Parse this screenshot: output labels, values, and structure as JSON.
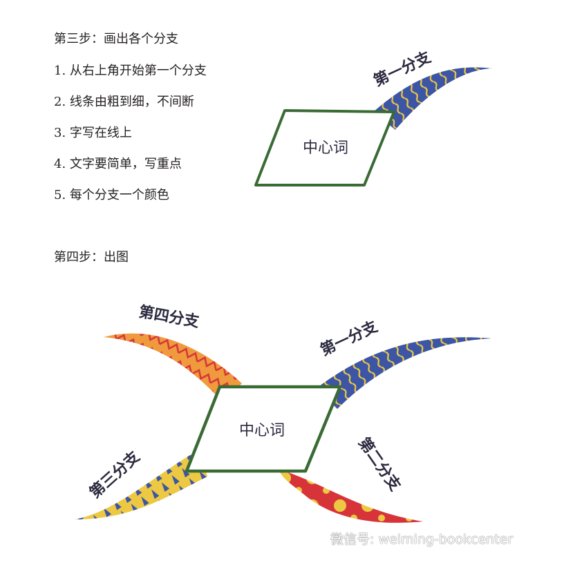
{
  "step3": {
    "title": "第三步：画出各个分支",
    "items": [
      "1. 从右上角开始第一个分支",
      "2. 线条由粗到细，不间断",
      "3. 字写在线上",
      "4. 文字要简单，写重点",
      "5. 每个分支一个颜色"
    ]
  },
  "step4": {
    "title": "第四步：出图"
  },
  "diagram": {
    "center": "中心词",
    "branch1": "第一分支",
    "branch2": "第二分支",
    "branch3": "第三分支",
    "branch4": "第四分支"
  },
  "colors": {
    "blue": "#3c55a5",
    "yellow": "#ecc843",
    "orange": "#ef9a3d",
    "red": "#d7343a",
    "green": "#3a6b35"
  },
  "watermark": "微信号: weiming-bookcenter"
}
